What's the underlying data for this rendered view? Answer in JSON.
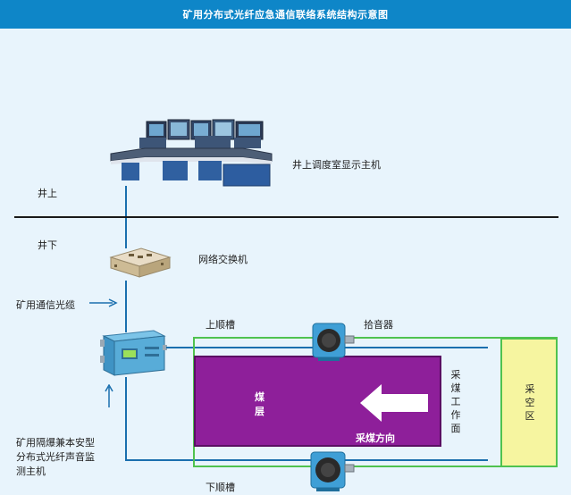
{
  "title": "矿用分布式光纤应急通信联络系统结构示意图",
  "labels": {
    "host_display": "井上调度室显示主机",
    "above_ground": "井上",
    "below_ground": "井下",
    "network_switch": "网络交换机",
    "optical_cable": "矿用通信光缆",
    "upper_trough": "上顺槽",
    "pickup": "拾音器",
    "lower_trough": "下顺槽",
    "monitor_line1": "矿用隔爆兼本安型",
    "monitor_line2": "分布式光纤声音监",
    "monitor_line3": "测主机",
    "coal_seam_1": "煤",
    "coal_seam_2": "层",
    "mining_direction": "采煤方向",
    "working_face_chars": [
      "采",
      "煤",
      "工",
      "作",
      "面"
    ],
    "goaf_chars": [
      "采",
      "空",
      "区"
    ]
  },
  "colors": {
    "title_bg": "#0e86c8",
    "background": "#e8f4fc",
    "cable": "#1a6fae",
    "coal_face": "#8e1f9a",
    "roadway_border": "#4fc24f",
    "goaf": "#f6f5a0"
  }
}
